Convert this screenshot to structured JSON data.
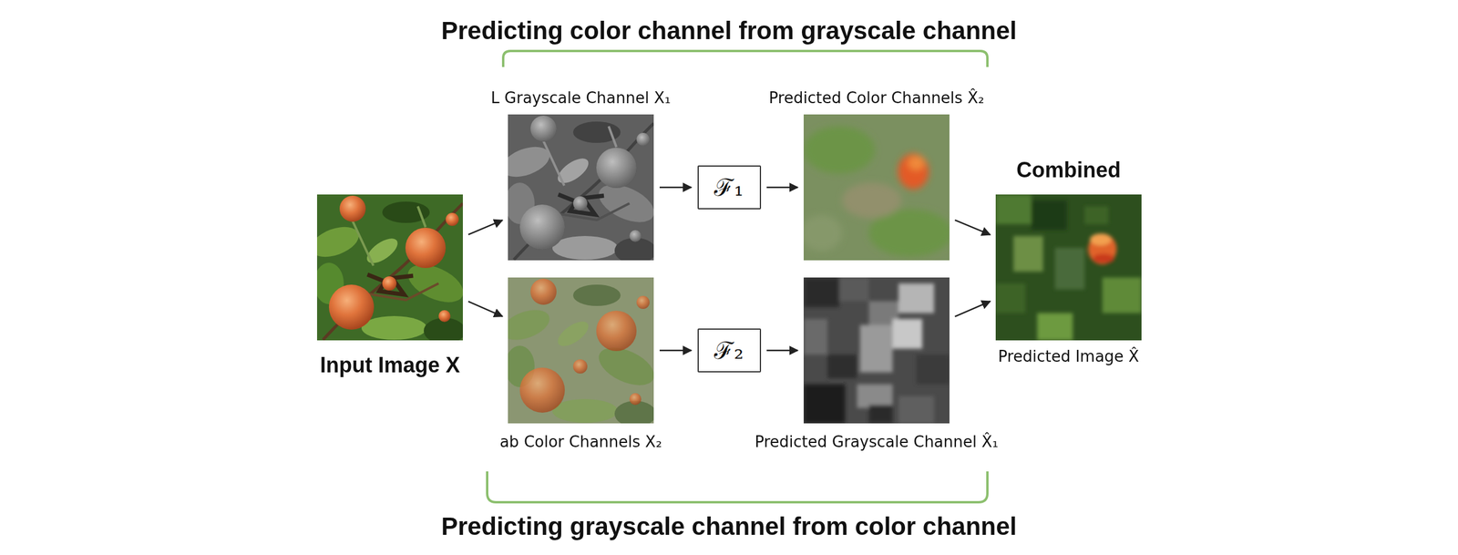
{
  "diagram": {
    "title": "Predicting color channel from grayscale channel",
    "caption": "Predicting grayscale channel from color channel",
    "nodes": [
      {
        "text": [
          "Input Image X"
        ]
      },
      {
        "text": [
          "L Grayscale Channel X₁"
        ]
      },
      {
        "text": [
          "ab Color Channels X₂"
        ]
      },
      {
        "text": [
          "ℱ₁"
        ]
      },
      {
        "text": [
          "ℱ₂"
        ]
      },
      {
        "text": [
          "Predicted Color Channels X̂₂"
        ]
      },
      {
        "text": [
          "Predicted Grayscale Channel X̂₁"
        ]
      },
      {
        "text": [
          "Combined",
          "Predicted Image X̂"
        ]
      }
    ],
    "edges": [
      {
        "from": 0,
        "to": 1,
        "arrow": "to"
      },
      {
        "from": 0,
        "to": 2,
        "arrow": "to"
      },
      {
        "from": 1,
        "to": 3,
        "arrow": "to"
      },
      {
        "from": 3,
        "to": 5,
        "arrow": "to"
      },
      {
        "from": 2,
        "to": 4,
        "arrow": "to"
      },
      {
        "from": 4,
        "to": 6,
        "arrow": "to"
      },
      {
        "from": 5,
        "to": 7,
        "arrow": "to"
      },
      {
        "from": 6,
        "to": 7,
        "arrow": "to"
      }
    ]
  }
}
